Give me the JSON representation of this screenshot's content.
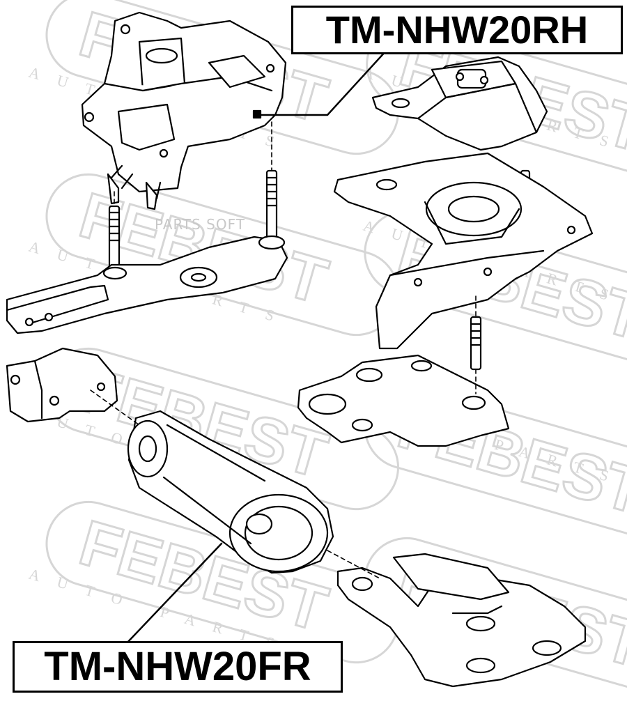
{
  "labels": {
    "part_rh": "TM-NHW20RH",
    "part_fr": "TM-NHW20FR"
  },
  "watermark": {
    "brand": "FEBEST",
    "subtext": "AUTO PARTS",
    "overlay": "PARTS SOFT"
  },
  "colors": {
    "line": "#000000",
    "watermark": "#d6d6d6",
    "background": "#ffffff"
  }
}
